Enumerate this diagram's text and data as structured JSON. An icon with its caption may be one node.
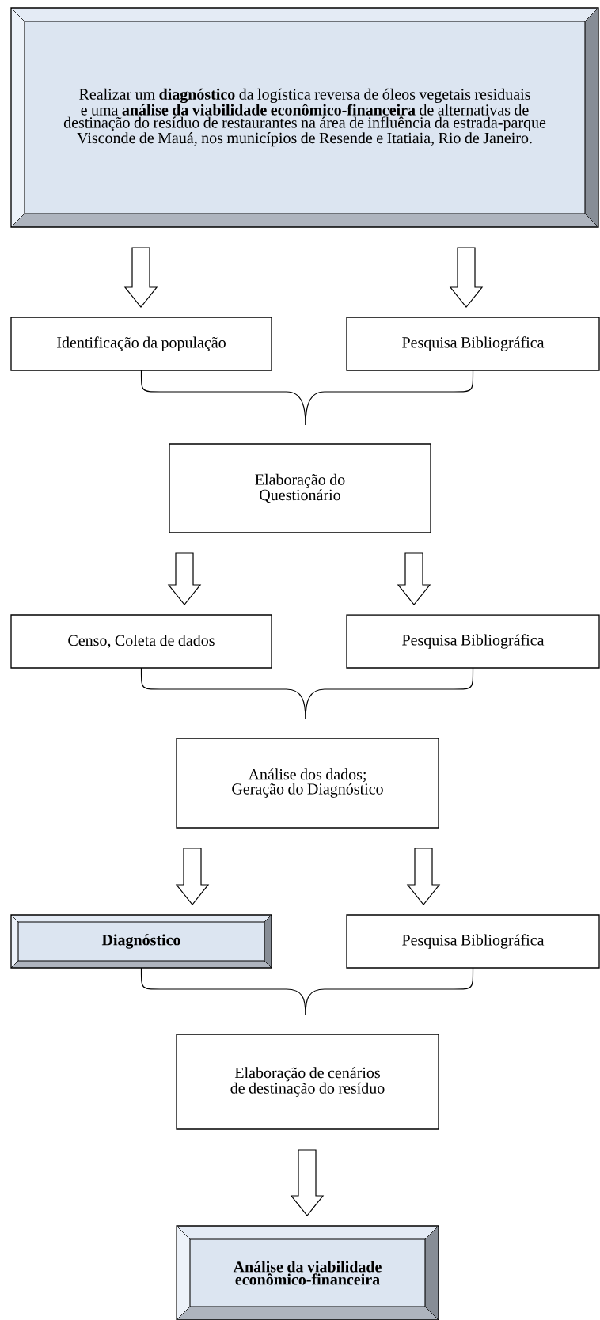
{
  "diagram": {
    "nodes": [
      {
        "text": [
          "Realizar um **diagnóstico** da logística reversa de óleos vegetais residuais e uma **análise da viabilidade econômico-financeira** de alternativas de destinação do resíduo de restaurantes na área de influência da estrada-parque Visconde de Mauá, nos municípios de Resende e Itatiaia, Rio de Janeiro."
        ]
      },
      {
        "text": [
          "Identificação da população"
        ]
      },
      {
        "text": [
          "Pesquisa Bibliográfica"
        ]
      },
      {
        "text": [
          "Elaboração do Questionário"
        ]
      },
      {
        "text": [
          "Censo, Coleta de dados"
        ]
      },
      {
        "text": [
          "Pesquisa Bibliográfica"
        ]
      },
      {
        "text": [
          "Análise dos dados; Geração do Diagnóstico"
        ]
      },
      {
        "text": [
          "Diagnóstico"
        ]
      },
      {
        "text": [
          "Pesquisa Bibliográfica"
        ]
      },
      {
        "text": [
          "Elaboração de cenários de destinação do resíduo"
        ]
      },
      {
        "text": [
          "Análise da viabilidade econômico-financeira"
        ]
      }
    ],
    "edges": [
      {
        "from": 0,
        "to": 1,
        "arrow": "to"
      },
      {
        "from": 0,
        "to": 2,
        "arrow": "to"
      },
      {
        "from": 1,
        "to": 3,
        "arrow": "none"
      },
      {
        "from": 2,
        "to": 3,
        "arrow": "none"
      },
      {
        "from": 3,
        "to": 4,
        "arrow": "to"
      },
      {
        "from": 3,
        "to": 5,
        "arrow": "to"
      },
      {
        "from": 4,
        "to": 6,
        "arrow": "none"
      },
      {
        "from": 5,
        "to": 6,
        "arrow": "none"
      },
      {
        "from": 6,
        "to": 7,
        "arrow": "to"
      },
      {
        "from": 6,
        "to": 8,
        "arrow": "to"
      },
      {
        "from": 7,
        "to": 9,
        "arrow": "none"
      },
      {
        "from": 8,
        "to": 9,
        "arrow": "none"
      },
      {
        "from": 9,
        "to": 10,
        "arrow": "to"
      }
    ]
  }
}
